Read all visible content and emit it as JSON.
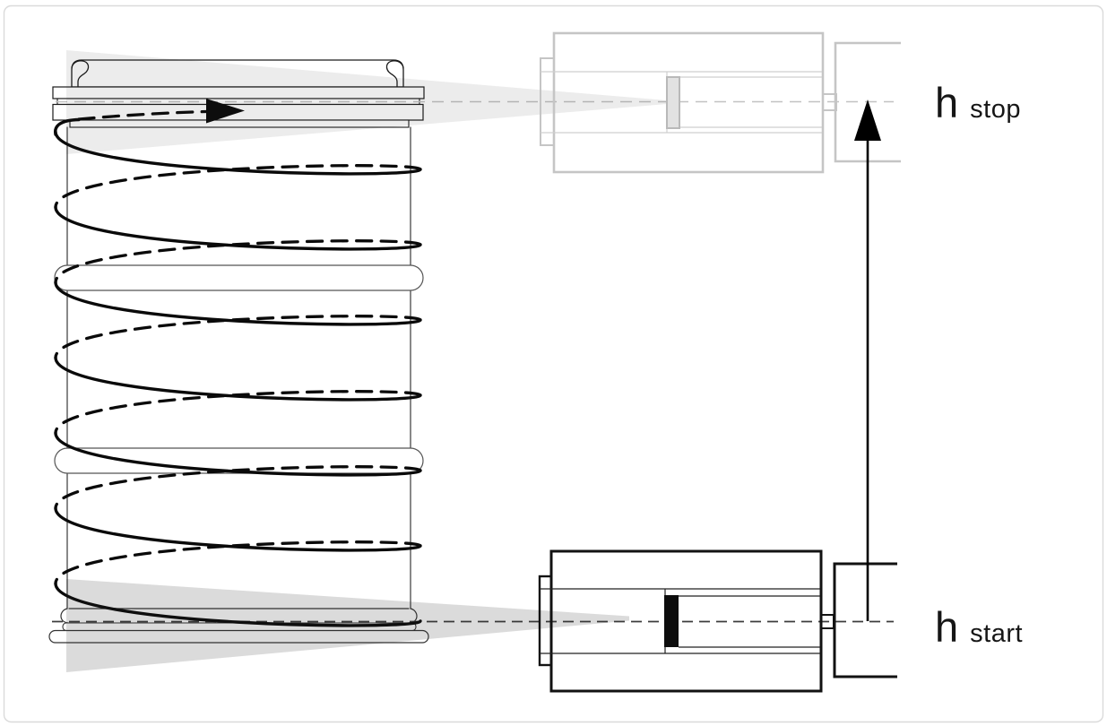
{
  "figure": {
    "type": "technical-diagram",
    "description": "Spool drum with helical winding path; magnified detail views of traveler at start and stop heights",
    "labels": {
      "stop": {
        "base": "h",
        "subscript": "stop"
      },
      "start": {
        "base": "h",
        "subscript": "start"
      }
    },
    "colors": {
      "ink": "#111111",
      "ghost_gray": "#c5c5c5",
      "cone_gray": "#d9d9d9",
      "background": "#ffffff",
      "frame_border": "#dadada"
    }
  }
}
